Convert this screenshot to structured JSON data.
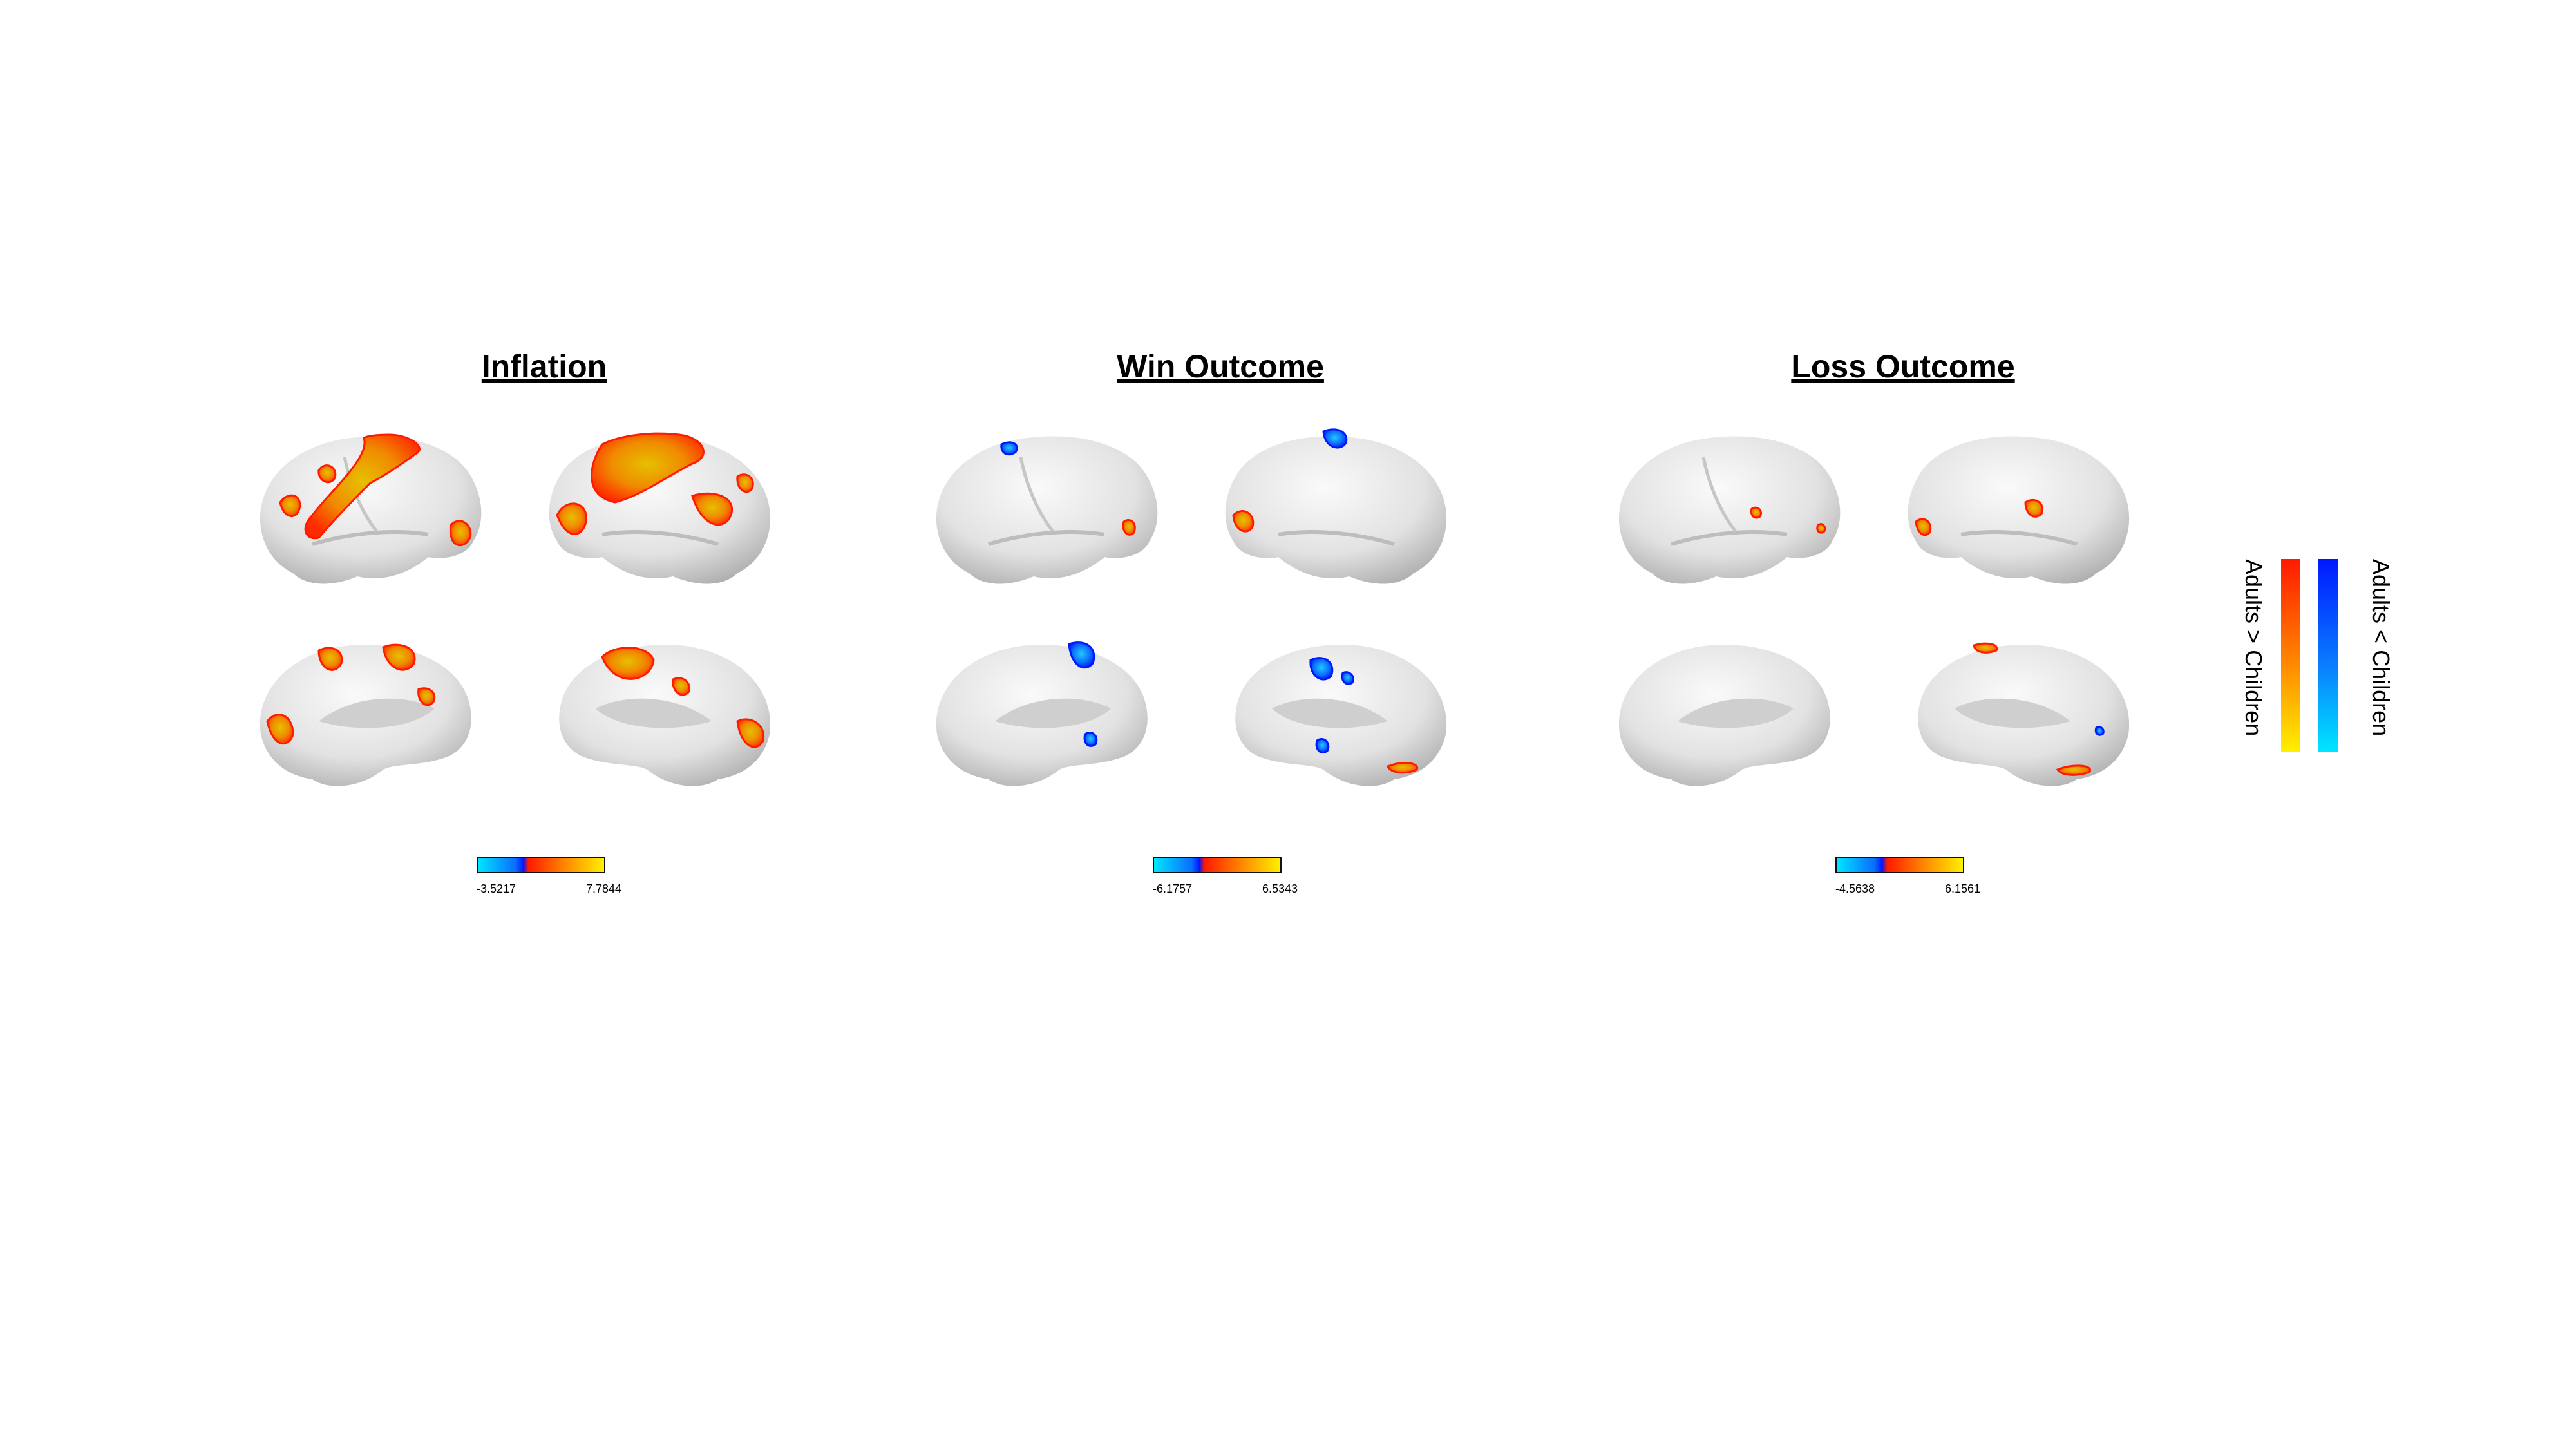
{
  "panels": [
    {
      "title": "Inflation",
      "colorbar": {
        "min": "-3.5217",
        "max": "7.7844"
      }
    },
    {
      "title": "Win Outcome",
      "colorbar": {
        "min": "-6.1757",
        "max": "6.5343"
      }
    },
    {
      "title": "Loss Outcome",
      "colorbar": {
        "min": "-4.5638",
        "max": "6.1561"
      }
    }
  ],
  "legend": {
    "positive_label": "Adults > Children",
    "negative_label": "Adults < Children"
  },
  "colors": {
    "positive": [
      "#ff1a00",
      "#ff8a00",
      "#fff000"
    ],
    "negative": [
      "#0018ff",
      "#0a7dff",
      "#00e6ff"
    ],
    "cortex": "#e4e4e4"
  }
}
